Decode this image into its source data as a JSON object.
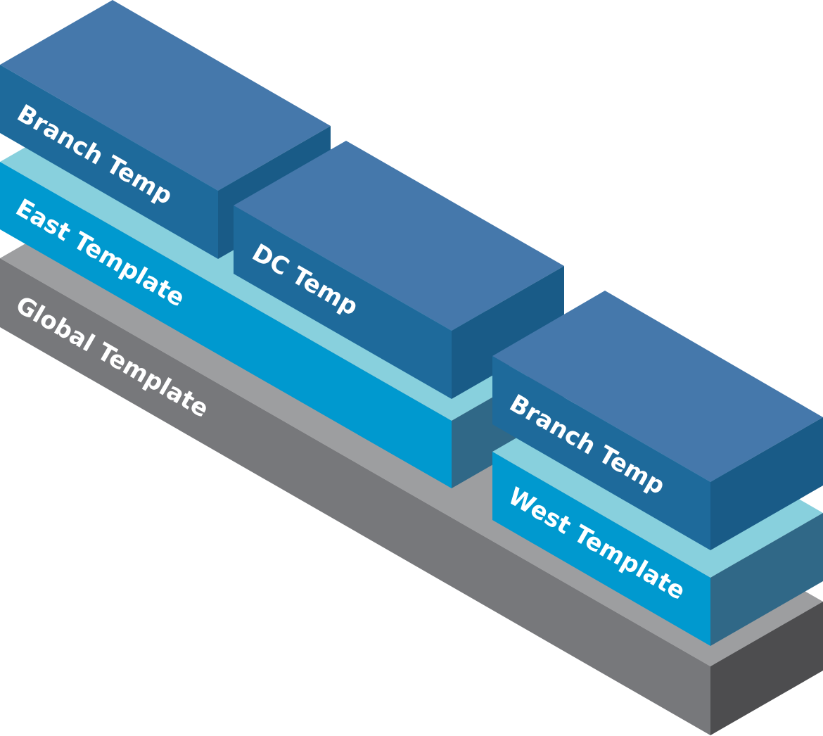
{
  "diagram": {
    "title": "Template hierarchy",
    "blocks": [
      {
        "id": "global",
        "label": "Global Template",
        "level": "global"
      },
      {
        "id": "east",
        "label": "East Template",
        "level": "regional",
        "parent": "global"
      },
      {
        "id": "west",
        "label": "West Template",
        "level": "regional",
        "parent": "global"
      },
      {
        "id": "branch-east",
        "label": "Branch Temp",
        "level": "site",
        "parent": "east"
      },
      {
        "id": "dc",
        "label": "DC Temp",
        "level": "site",
        "parent": "east"
      },
      {
        "id": "branch-west",
        "label": "Branch Temp",
        "level": "site",
        "parent": "west"
      }
    ]
  },
  "colors": {
    "global_top": "#9d9ea0",
    "global_front": "#77787b",
    "global_side": "#4d4d4f",
    "regional_top": "#88d0dd",
    "regional_front": "#0099cf",
    "regional_side": "#306887",
    "site_top": "#4578ab",
    "site_front": "#1e6a9b",
    "site_side": "#195b87",
    "label": "#ffffff"
  }
}
